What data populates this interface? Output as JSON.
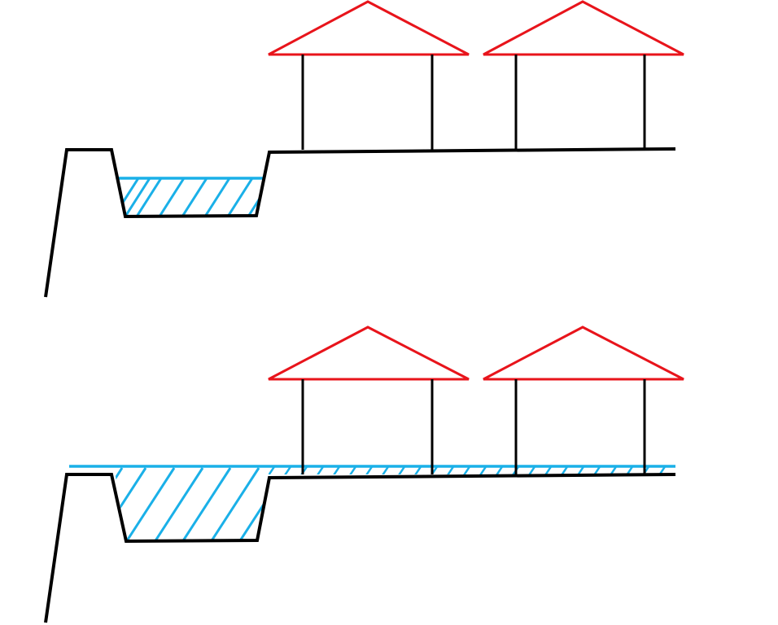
{
  "diagram": {
    "panels": [
      {
        "id": "normal",
        "water_state": "in-channel",
        "houses": 2
      },
      {
        "id": "flood",
        "water_state": "overflowing",
        "houses": 2
      }
    ],
    "colors": {
      "ground": "#000000",
      "roof": "#e8141b",
      "water": "#1ab0e8",
      "background": "#ffffff"
    }
  }
}
